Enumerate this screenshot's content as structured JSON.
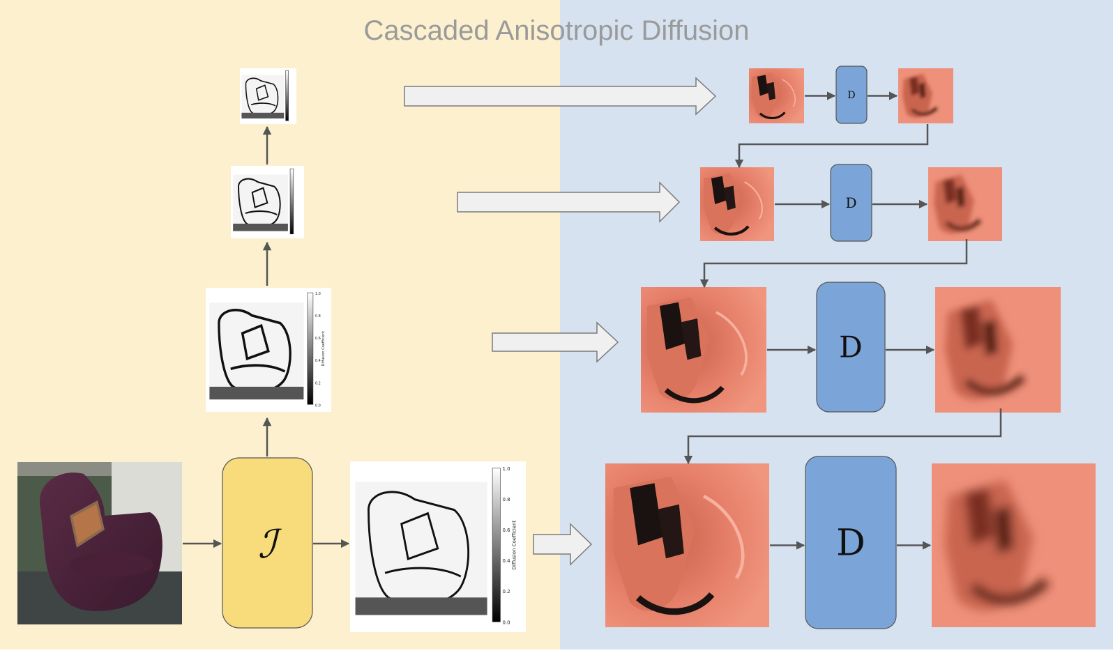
{
  "title": "Cascaded Anisotropic Diffusion",
  "colors": {
    "left_bg": "#fcf0cf",
    "right_bg": "#d6e2f0",
    "encoder": "#f8db7a",
    "decoder": "#7ba4d8",
    "depth": "#e8806a",
    "arrow": "#555555",
    "wide_arrow_fill": "#f0f0f0",
    "wide_arrow_stroke": "#7a7a7a"
  },
  "encoder": {
    "symbol": "ℐ",
    "name": "encoder-block"
  },
  "decoder": {
    "symbol": "ᴅ",
    "text": "D"
  },
  "colorbar": {
    "label": "Diffusion Coefficient",
    "ticks": [
      "1.0",
      "0.8",
      "0.6",
      "0.4",
      "0.2",
      "0.0"
    ]
  },
  "input_image": {
    "description": "photo-of-armchair"
  }
}
